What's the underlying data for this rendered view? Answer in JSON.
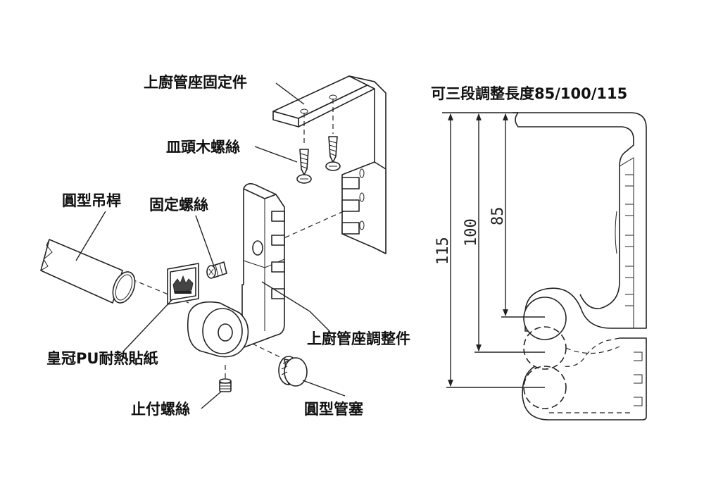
{
  "labels": {
    "upper_mount": "上廚管座固定件",
    "wood_screw": "皿頭木螺絲",
    "round_rod": "圓型吊桿",
    "fix_screw": "固定螺絲",
    "adjust_part": "上廚管座調整件",
    "sticker": "皇冠PU耐熱貼紙",
    "set_screw": "止付螺絲",
    "end_cap": "圓型管塞"
  },
  "dimension_title": "可三段調整長度85/100/115",
  "dimensions": [
    "115",
    "100",
    "85"
  ]
}
